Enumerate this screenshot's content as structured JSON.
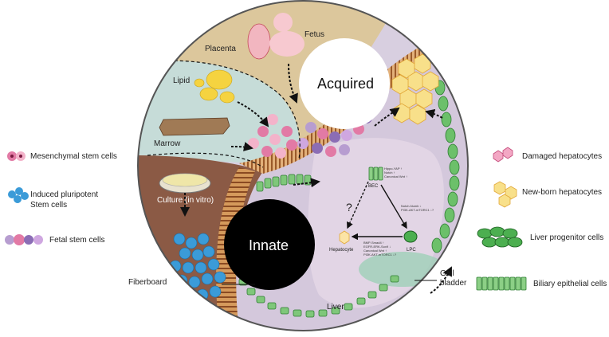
{
  "center": {
    "acquired": "Acquired",
    "innate": "Innate"
  },
  "regions": {
    "fetus": "Fetus",
    "placenta": "Placenta",
    "lipid": "Lipid",
    "marrow": "Marrow",
    "culture": "Culture (in vitro)",
    "liver": "Liver",
    "fiberboard": "Fiberboard",
    "gallbladder_line1": "Gall",
    "gallbladder_line2": "bladder"
  },
  "pathway": {
    "bec": "BEC",
    "lpc": "LPC",
    "hepatocyte": "Hepatocyte",
    "question": "?",
    "bec_signals": [
      "Hippo-YAP ↑",
      "Notch ↑",
      "Canonical Wnt ↑"
    ],
    "bec_lpc_signals": [
      "Notch-Numb ↓",
      "PI3K-AKT-mTORC1 ↓?"
    ],
    "lpc_hep_signals": [
      "BMP-Smad4 ↑",
      "EGFR-ERK-Sox9 ↓",
      "Canonical Wnt ↑",
      "PI3K-AKT-mTORC1 ↓?"
    ]
  },
  "legend_left": [
    {
      "lines": [
        "Mesenchymal stem cells"
      ],
      "icon": "mesenchymal-cells-icon"
    },
    {
      "lines": [
        "Induced pluripotent",
        "Stem cells"
      ],
      "icon": "ipsc-cells-icon"
    },
    {
      "lines": [
        "Fetal stem cells"
      ],
      "icon": "fetal-cells-icon"
    }
  ],
  "legend_right": [
    {
      "lines": [
        "Damaged hepatocytes"
      ],
      "icon": "damaged-hepatocytes-icon"
    },
    {
      "lines": [
        "New-born hepatocytes"
      ],
      "icon": "newborn-hepatocytes-icon"
    },
    {
      "lines": [
        "Liver progenitor cells"
      ],
      "icon": "lpc-icon"
    },
    {
      "lines": [
        "Biliary epithelial cells"
      ],
      "icon": "bec-icon"
    }
  ],
  "colors": {
    "circle_outline": "#555555",
    "upper_left_bg": "#e3cfae",
    "placenta_bg": "#d6c397",
    "marrow_bg": "#c9dcd8",
    "culture_bg": "#8a5a44",
    "liver_bg": "#cfc4d6",
    "innate_black": "#000000",
    "bec_green": "#4caf50",
    "hepatocyte_yellow": "#f7d97a",
    "damaged_pink": "#e88ab0",
    "ipsc_blue": "#2a90d0"
  }
}
